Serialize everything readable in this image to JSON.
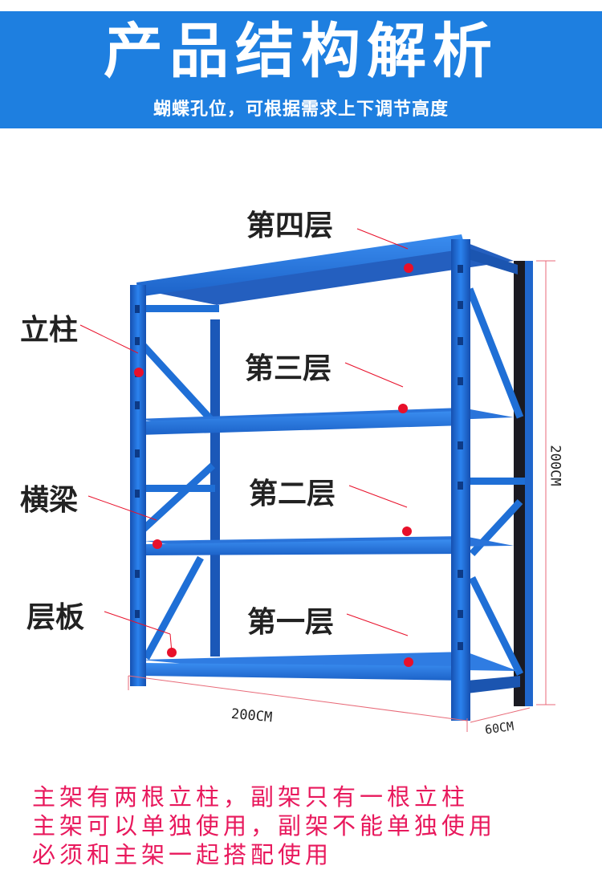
{
  "header": {
    "title": "产品结构解析",
    "subtitle": "蝴蝶孔位，可根据需求上下调节高度",
    "background": "#1e7fe0"
  },
  "labels": {
    "layer4": "第四层",
    "layer3": "第三层",
    "layer2": "第二层",
    "layer1": "第一层",
    "upright": "立柱",
    "beam": "横梁",
    "shelf_board": "层板"
  },
  "dimensions": {
    "width": "200CM",
    "height": "200CM",
    "depth": "60CM"
  },
  "notes": [
    "主架有两根立柱，副架只有一根立柱",
    "主架可以单独使用，副架不能单独使用",
    "必须和主架一起搭配使用"
  ],
  "colors": {
    "rack_blue": "#1f6fd6",
    "marker_red": "#e8102a",
    "note_text": "#e8185c"
  }
}
